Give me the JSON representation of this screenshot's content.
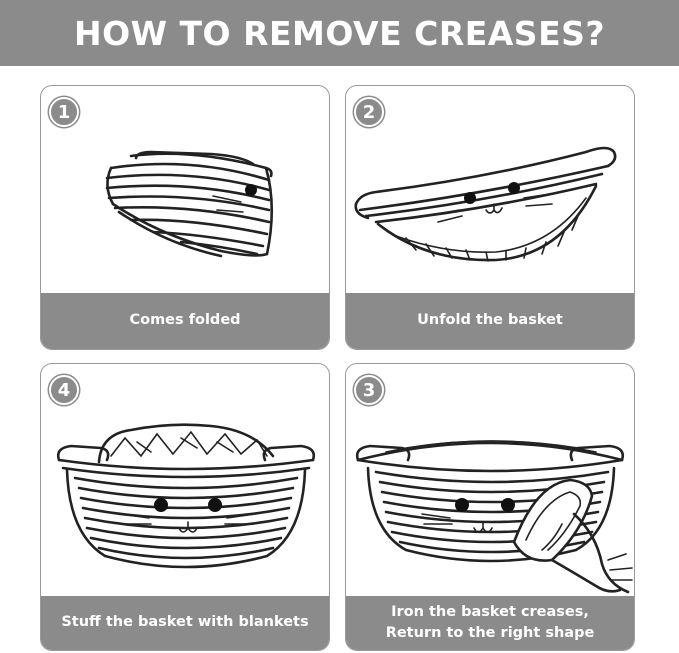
{
  "title": "HOW TO REMOVE CREASES?",
  "steps": [
    {
      "number": "1",
      "caption_line1": "Comes folded",
      "caption_line2": ""
    },
    {
      "number": "2",
      "caption_line1": "Unfold the basket",
      "caption_line2": ""
    },
    {
      "number": "4",
      "caption_line1": "Stuff the basket with blankets",
      "caption_line2": ""
    },
    {
      "number": "3",
      "caption_line1": "Iron the basket creases,",
      "caption_line2": "Return to the right shape"
    }
  ],
  "colors": {
    "banner": "#8b8b8b",
    "text": "#ffffff",
    "line_art": "#222222"
  },
  "icons": [
    "folded-basket-illustration",
    "unfolded-basket-illustration",
    "stuffed-basket-illustration",
    "ironing-basket-illustration"
  ]
}
